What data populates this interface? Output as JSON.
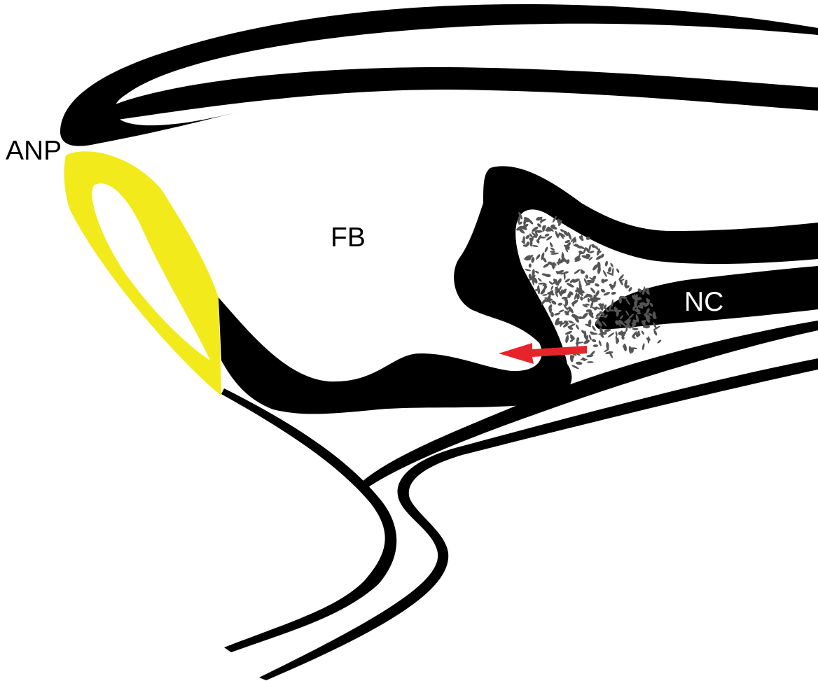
{
  "labels": {
    "anp": "ANP",
    "fb": "FB",
    "nc": "NC"
  },
  "colors": {
    "tissue": "#000000",
    "anp_region": "#f2ea1a",
    "arrow": "#e8242b",
    "background": "#ffffff",
    "cells": "#555555"
  }
}
